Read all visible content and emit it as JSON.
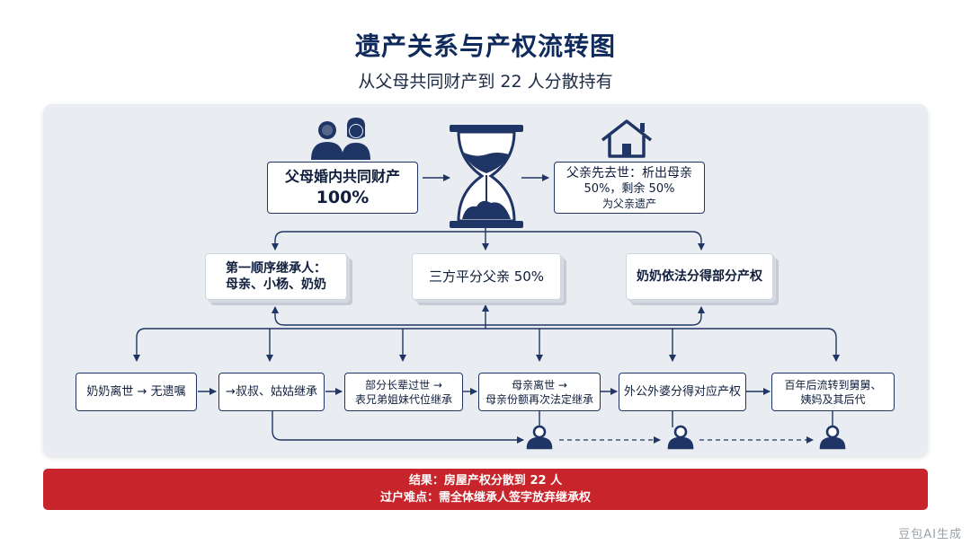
{
  "header": {
    "title": "遗产关系与产权流转图",
    "subtitle": "从父母共同财产到 22 人分散持有"
  },
  "top": {
    "parents_box": {
      "line1": "父母婚内共同财产",
      "line2": "100%"
    },
    "father_box": {
      "line1": "父亲先去世：析出母亲",
      "line2": "50%，剩余 50%",
      "line3": "为父亲遗产"
    }
  },
  "middle": {
    "heirs_card": {
      "line1": "第一顺序继承人：",
      "line2": "母亲、小杨、奶奶"
    },
    "split_card": {
      "line1": "三方平分父亲 50%"
    },
    "grandma_card": {
      "line1": "奶奶依法分得部分产权"
    }
  },
  "chain": [
    {
      "line1": "奶奶离世 → 无遗嘱"
    },
    {
      "line1": "→叔叔、姑姑继承"
    },
    {
      "line1": "部分长辈过世 →",
      "line2": "表兄弟姐妹代位继承"
    },
    {
      "line1": "母亲离世 →",
      "line2": "母亲份额再次法定继承"
    },
    {
      "line1": "外公外婆分得对应产权"
    },
    {
      "line1": "百年后流转到舅舅、",
      "line2": "姨妈及其后代"
    }
  ],
  "banner": {
    "line1": "结果：房屋产权分散到 22 人",
    "line2": "过户难点：需全体继承人签字放弃继承权"
  },
  "watermark": "豆包AI生成",
  "colors": {
    "navy": "#1f3566",
    "red": "#c8242b",
    "panel": "#e9ecf1"
  },
  "icons": [
    "couple-icon",
    "hourglass-icon",
    "house-icon",
    "person-icon"
  ]
}
